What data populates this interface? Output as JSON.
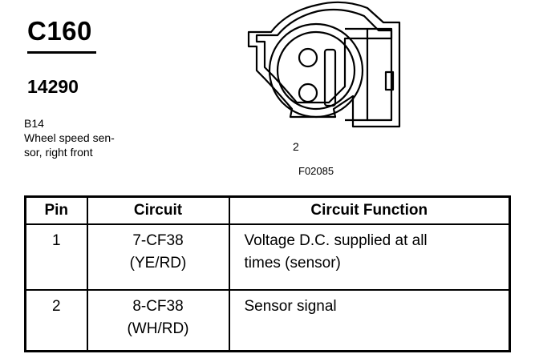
{
  "header": {
    "connector_id": "C160",
    "part_number": "14290"
  },
  "description": {
    "code": "B14",
    "line1": "Wheel speed sen-",
    "line2": "sor, right front"
  },
  "drawing": {
    "pin_label": "2",
    "figure_id": "F02085"
  },
  "table": {
    "headers": [
      "Pin",
      "Circuit",
      "Circuit Function"
    ],
    "rows": [
      {
        "pin": "1",
        "circuit_line1": "7-CF38",
        "circuit_line2": "(YE/RD)",
        "function_line1": "Voltage D.C. supplied at all",
        "function_line2": "times (sensor)"
      },
      {
        "pin": "2",
        "circuit_line1": "8-CF38",
        "circuit_line2": "(WH/RD)",
        "function_line1": "Sensor signal",
        "function_line2": ""
      }
    ]
  }
}
